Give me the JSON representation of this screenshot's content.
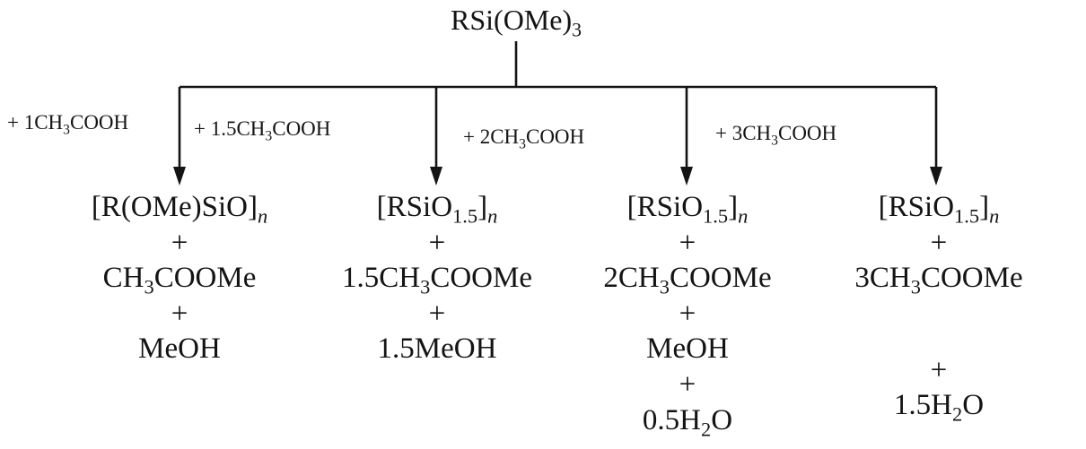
{
  "reactant": "RSi(OMe)_3_",
  "branches": [
    {
      "reagent": "+ 1CH_3_COOH",
      "products": [
        "[R(OMe)SiO]_n_",
        "+",
        "CH_3_COOMe",
        "+",
        "MeOH"
      ]
    },
    {
      "reagent": "+ 1.5CH_3_COOH",
      "products": [
        "[RSiO_1.5_]_n_",
        "+",
        "1.5CH_3_COOMe",
        "+",
        "1.5MeOH"
      ]
    },
    {
      "reagent": "+ 2CH_3_COOH",
      "products": [
        "[RSiO_1.5_]_n_",
        "+",
        "2CH_3_COOMe",
        "+",
        "MeOH",
        "+",
        "0.5H_2_O"
      ]
    },
    {
      "reagent": "+ 3CH_3_COOH",
      "products": [
        "[RSiO_1.5_]_n_",
        "+",
        "3CH_3_COOMe",
        "+",
        "1.5H_2_O"
      ]
    }
  ],
  "colors": {
    "ink": "#141414",
    "background": "#ffffff"
  }
}
